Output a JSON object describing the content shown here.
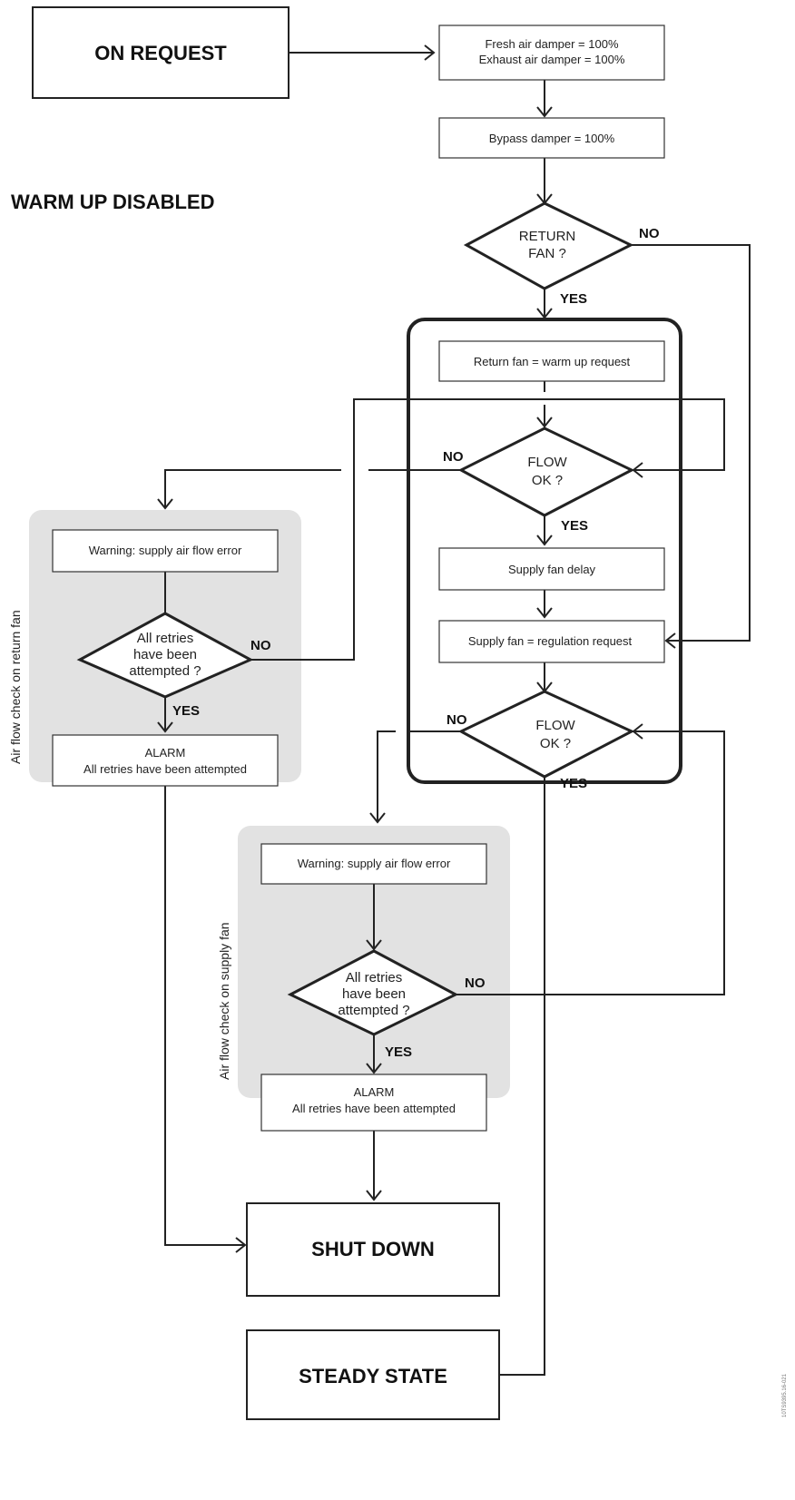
{
  "title": "WARM UP DISABLED",
  "terminals": {
    "on_request": "ON REQUEST",
    "shut_down": "SHUT DOWN",
    "steady_state": "STEADY STATE"
  },
  "steps": {
    "dampers_line1": "Fresh air damper = 100%",
    "dampers_line2": "Exhaust air damper = 100%",
    "bypass": "Bypass damper = 100%",
    "return_fan_request": "Return fan = warm up request",
    "supply_fan_delay": "Supply fan delay",
    "supply_fan_regulation": "Supply fan = regulation request",
    "warning_return": "Warning: supply air flow error",
    "alarm_return_line1": "ALARM",
    "alarm_return_line2": "All retries have been attempted",
    "warning_supply": "Warning: supply air flow error",
    "alarm_supply_line1": "ALARM",
    "alarm_supply_line2": "All retries have been attempted"
  },
  "decisions": {
    "return_fan_line1": "RETURN",
    "return_fan_line2": "FAN ?",
    "flow1_line1": "FLOW",
    "flow1_line2": "OK ?",
    "flow2_line1": "FLOW",
    "flow2_line2": "OK ?",
    "retries_return_line1": "All retries",
    "retries_return_line2": "have been",
    "retries_return_line3": "attempted ?",
    "retries_supply_line1": "All retries",
    "retries_supply_line2": "have been",
    "retries_supply_line3": "attempted ?"
  },
  "answers": {
    "yes": "YES",
    "no": "NO"
  },
  "groups": {
    "return_fan_check": "Air flow check on return fan",
    "supply_fan_check": "Air flow check on supply fan"
  },
  "code": "10TS9395.16-021"
}
